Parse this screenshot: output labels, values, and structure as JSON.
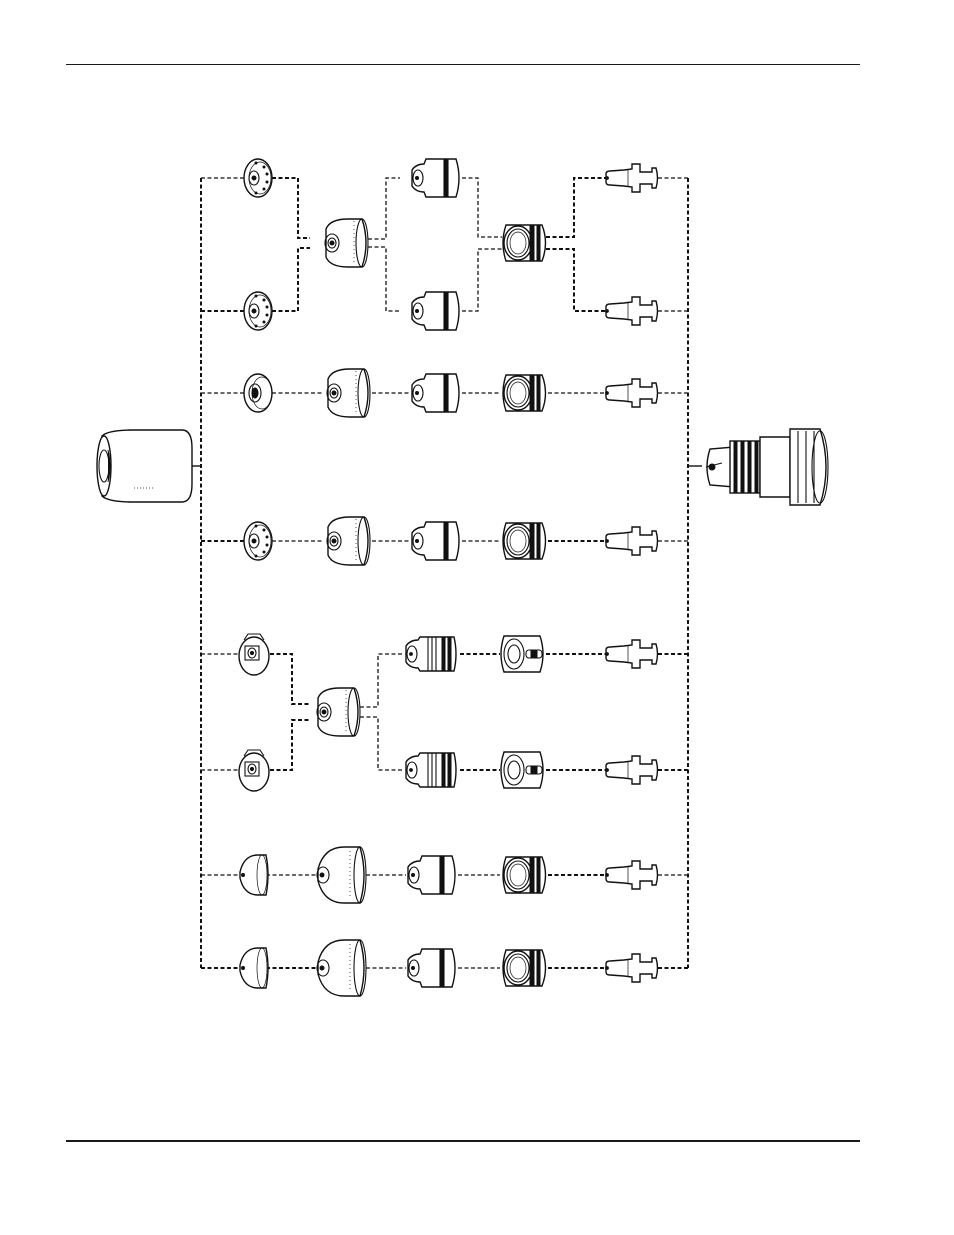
{
  "diagram": {
    "description_hidden": true,
    "columns": [
      "retaining-cap",
      "shield",
      "swirl-ring",
      "nozzle",
      "electrode"
    ],
    "rows": [
      {
        "id": "r1",
        "variant": "shield-vented"
      },
      {
        "id": "r2",
        "variant": "shield-vented"
      },
      {
        "id": "r3",
        "variant": "shield-standard"
      },
      {
        "id": "r4",
        "variant": "shield-vented"
      },
      {
        "id": "r5",
        "variant": "shield-fine"
      },
      {
        "id": "r6",
        "variant": "shield-fine"
      },
      {
        "id": "r7",
        "variant": "shield-cone"
      },
      {
        "id": "r8",
        "variant": "shield-cone"
      }
    ]
  }
}
